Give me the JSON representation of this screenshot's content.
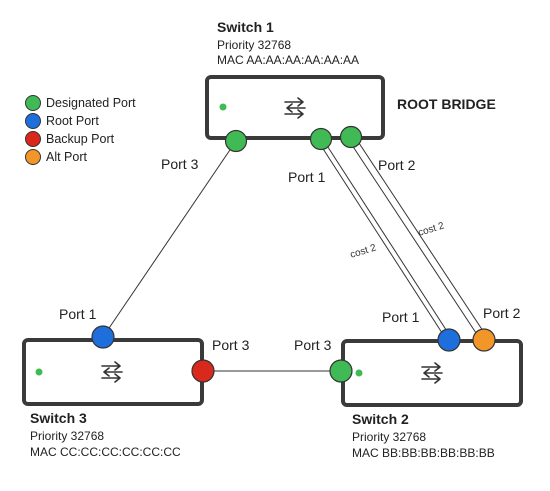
{
  "legend": {
    "items": [
      {
        "label": "Designated Port",
        "color": "#3fba54"
      },
      {
        "label": "Root Port",
        "color": "#1e6fdc"
      },
      {
        "label": "Backup Port",
        "color": "#d9281c"
      },
      {
        "label": "Alt Port",
        "color": "#f2962a"
      }
    ]
  },
  "root_bridge_label": "ROOT BRIDGE",
  "switches": {
    "s1": {
      "name": "Switch 1",
      "priority": "Priority 32768",
      "mac": "MAC AA:AA:AA:AA:AA:AA"
    },
    "s2": {
      "name": "Switch 2",
      "priority": "Priority 32768",
      "mac": "MAC BB:BB:BB:BB:BB:BB"
    },
    "s3": {
      "name": "Switch 3",
      "priority": "Priority 32768",
      "mac": "MAC CC:CC:CC:CC:CC:CC"
    }
  },
  "ports": {
    "s1_p3": "Port 3",
    "s1_p1": "Port 1",
    "s1_p2": "Port 2",
    "s3_p1": "Port 1",
    "s3_p3": "Port 3",
    "s2_p3": "Port 3",
    "s2_p1": "Port 1",
    "s2_p2": "Port 2"
  },
  "links": {
    "cost_inner": "cost 2",
    "cost_outer": "cost 2"
  },
  "colors": {
    "designated": "#3fba54",
    "root": "#1e6fdc",
    "backup": "#d9281c",
    "alt": "#f2962a",
    "switch_border": "#3a3a3a",
    "power_led": "#3fba54"
  }
}
